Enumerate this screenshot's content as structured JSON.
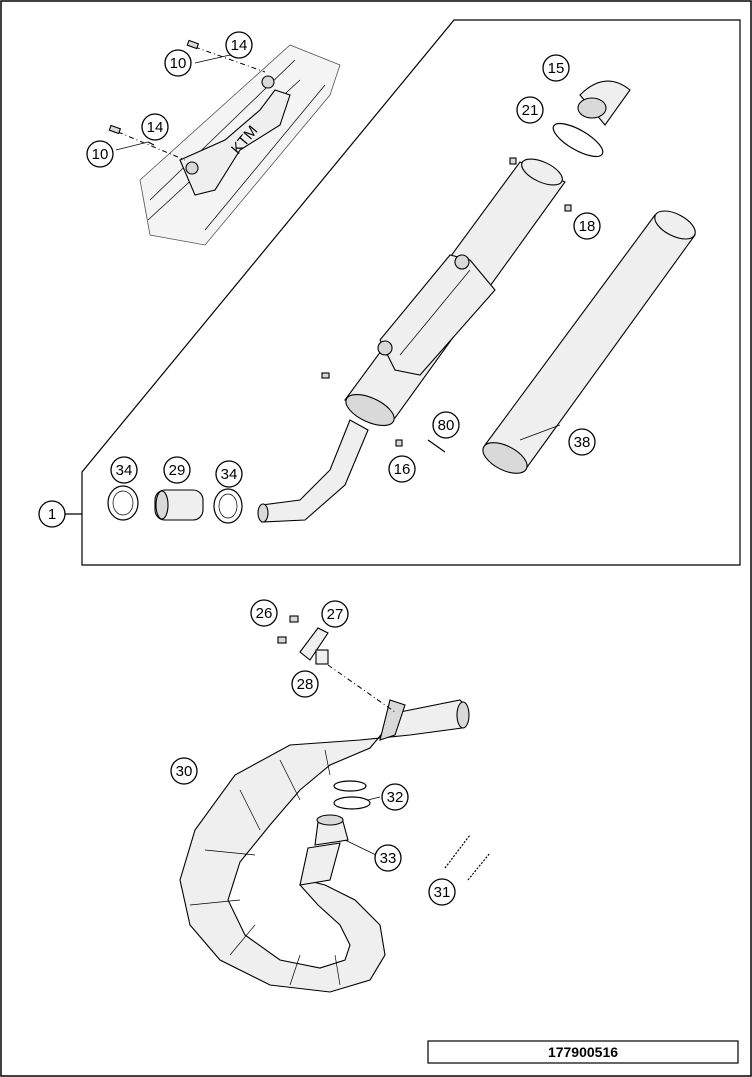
{
  "drawing_number": "177900516",
  "callouts": [
    {
      "id": "c10a",
      "label": "10"
    },
    {
      "id": "c14a",
      "label": "14"
    },
    {
      "id": "c10b",
      "label": "10"
    },
    {
      "id": "c14b",
      "label": "14"
    },
    {
      "id": "c15",
      "label": "15"
    },
    {
      "id": "c21",
      "label": "21"
    },
    {
      "id": "c18",
      "label": "18"
    },
    {
      "id": "c80",
      "label": "80"
    },
    {
      "id": "c16",
      "label": "16"
    },
    {
      "id": "c38",
      "label": "38"
    },
    {
      "id": "c34a",
      "label": "34"
    },
    {
      "id": "c29",
      "label": "29"
    },
    {
      "id": "c34b",
      "label": "34"
    },
    {
      "id": "c1",
      "label": "1"
    },
    {
      "id": "c26",
      "label": "26"
    },
    {
      "id": "c27",
      "label": "27"
    },
    {
      "id": "c28",
      "label": "28"
    },
    {
      "id": "c30",
      "label": "30"
    },
    {
      "id": "c32",
      "label": "32"
    },
    {
      "id": "c33",
      "label": "33"
    },
    {
      "id": "c31",
      "label": "31"
    }
  ]
}
